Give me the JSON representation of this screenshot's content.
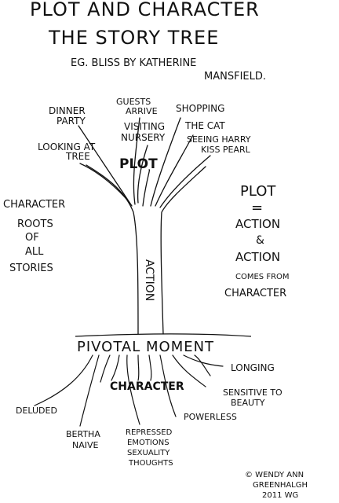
{
  "title": {
    "line1": "PLOT AND CHARACTER",
    "line2": "THE STORY TREE",
    "example_line1": "EG. BLISS BY KATHERINE",
    "example_line2": "MANSFIELD."
  },
  "branches": {
    "dinner_party": [
      "DINNER",
      "PARTY"
    ],
    "looking_at_tree": [
      "LOOKING AT",
      "TREE"
    ],
    "guests_arrive": [
      "GUESTS",
      "ARRIVE"
    ],
    "visiting_nursery": [
      "VISITING",
      "NURSERY"
    ],
    "shopping": "SHOPPING",
    "the_cat": "THE CAT",
    "seeing_harry": [
      "SEEING HARRY",
      "KISS PEARL"
    ]
  },
  "canopy_label": "PLOT",
  "trunk_label": "ACTION",
  "left_note": [
    "CHARACTER",
    "ROOTS",
    "OF",
    "ALL",
    "STORIES"
  ],
  "right_note": {
    "plot": "PLOT",
    "equals": "=",
    "action1": "ACTION",
    "amp": "&",
    "action2": "ACTION",
    "comes_from": "COMES FROM",
    "character": "CHARACTER"
  },
  "pivotal_moment": "PIVOTAL MOMENT",
  "roots_label": "CHARACTER",
  "roots": {
    "longing": "LONGING",
    "sensitive_to_beauty": [
      "SENSITIVE TO",
      "BEAUTY"
    ],
    "powerless": "POWERLESS",
    "deluded": "DELUDED",
    "bertha_naive": [
      "BERTHA",
      "NAIVE"
    ],
    "repressed": [
      "REPRESSED",
      "EMOTIONS",
      "SEXUALITY",
      "THOUGHTS"
    ]
  },
  "copyright": [
    "© WENDY ANN",
    "GREENHALGH",
    "2011 WG"
  ],
  "colors": {
    "ink": "#111111",
    "paper": "#ffffff"
  }
}
